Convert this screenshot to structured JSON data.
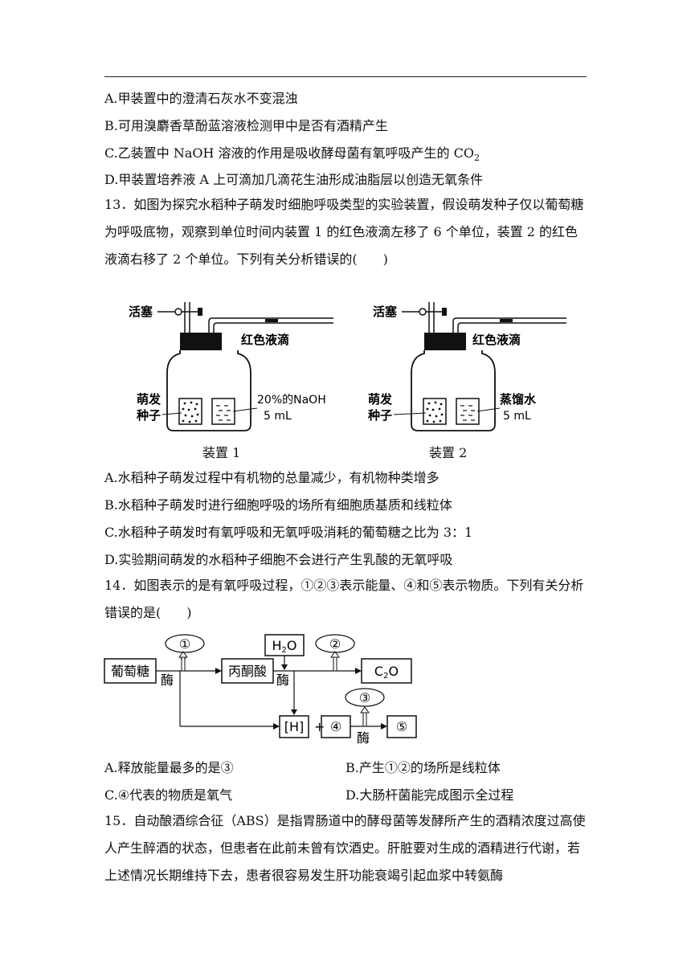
{
  "q12_options": {
    "a": "A.甲装置中的澄清石灰水不变混浊",
    "b": "B.可用溴麝香草酚蓝溶液检测甲中是否有酒精产生",
    "c_text": "C.乙装置中 NaOH 溶液的作用是吸收酵母菌有氧呼吸产生的 CO",
    "c_sub": "2",
    "d": "D.甲装置培养液 A 上可滴加几滴花生油形成油脂层以创造无氧条件"
  },
  "q13": {
    "stem": "13．如图为探究水稻种子萌发时细胞呼吸类型的实验装置，假设萌发种子仅以葡萄糖为呼吸底物，观察到单位时间内装置 1 的红色液滴左移了 6 个单位，装置 2 的红色液滴右移了 2 个单位。下列有关分析错误的(　　)",
    "apparatus1": {
      "stopcock": "活塞",
      "droplet": "红色液滴",
      "seed1": "萌发",
      "seed2": "种子",
      "sol1": "20%的NaOH",
      "sol2": "5 mL",
      "caption": "装置 1"
    },
    "apparatus2": {
      "stopcock": "活塞",
      "droplet": "红色液滴",
      "seed1": "萌发",
      "seed2": "种子",
      "sol1": "蒸馏水",
      "sol2": "5 mL",
      "caption": "装置 2"
    },
    "options": {
      "a": "A.水稻种子萌发过程中有机物的总量减少，有机物种类增多",
      "b": "B.水稻种子萌发时进行细胞呼吸的场所有细胞质基质和线粒体",
      "c": "C.水稻种子萌发时有氧呼吸和无氧呼吸消耗的葡萄糖之比为 3：1",
      "d": "D.实验期间萌发的水稻种子细胞不会进行产生乳酸的无氧呼吸"
    }
  },
  "q14": {
    "stem": "14．如图表示的是有氧呼吸过程，①②③表示能量、④和⑤表示物质。下列有关分析错误的是(　　)",
    "diagram": {
      "glucose": "葡萄糖",
      "enzyme1": "酶",
      "energy1": "①",
      "pyruvate": "丙酮酸",
      "water_h": "H",
      "water_sub": "2",
      "water_o": "O",
      "enzyme2": "酶",
      "energy2": "②",
      "co2_c": "C",
      "co2_sub": "2",
      "co2_o": "O",
      "h": "[H]",
      "plus": "+",
      "sub4": "④",
      "energy3": "③",
      "enzyme3": "酶",
      "prod5": "⑤"
    },
    "options": {
      "a": "A.释放能量最多的是③",
      "b": "B.产生①②的场所是线粒体",
      "c": "C.④代表的物质是氧气",
      "d": "D.大肠杆菌能完成图示全过程"
    }
  },
  "q15": {
    "stem": "15．自动酿酒综合征（ABS）是指胃肠道中的酵母菌等发酵所产生的酒精浓度过高使人产生醉酒的状态，但患者在此前未曾有饮酒史。肝脏要对生成的酒精进行代谢，若上述情况长期维持下去，患者很容易发生肝功能衰竭引起血浆中转氨酶"
  }
}
